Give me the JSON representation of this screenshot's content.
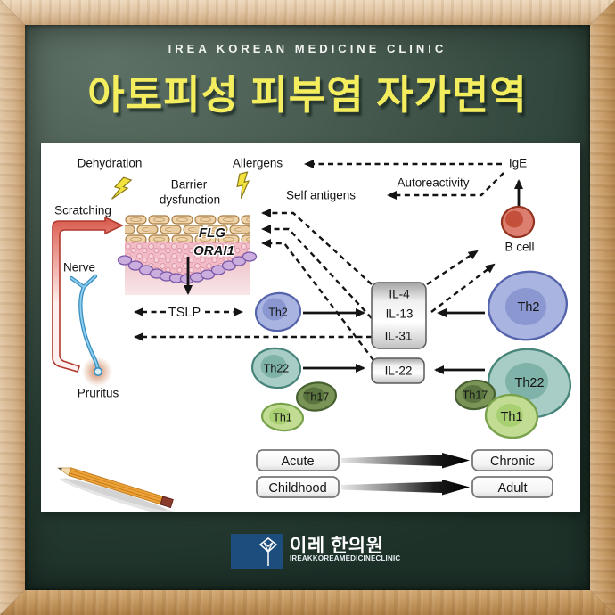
{
  "header": {
    "clinic_name": "IREA KOREAN MEDICINE CLINIC",
    "title": "아토피성 피부염 자가면역"
  },
  "diagram": {
    "labels": {
      "dehydration": "Dehydration",
      "barrier_line1": "Barrier",
      "barrier_line2": "dysfunction",
      "allergens": "Allergens",
      "self_antigens": "Self antigens",
      "autoreactivity": "Autoreactivity",
      "ige": "IgE",
      "scratching": "Scratching",
      "nerve": "Nerve",
      "pruritus": "Pruritus",
      "tslp": "TSLP",
      "flg": "FLG",
      "orai1": "ORAI1",
      "b_cell": "B cell"
    },
    "cytokines": {
      "il4": "IL-4",
      "il13": "IL-13",
      "il31": "IL-31",
      "il22": "IL-22"
    },
    "cells": {
      "th2_left": "Th2",
      "th22_left": "Th22",
      "th17_left": "Th17",
      "th1_left": "Th1",
      "th2_right": "Th2",
      "th22_right": "Th22",
      "th17_right": "Th17",
      "th1_right": "Th1"
    },
    "progression": {
      "acute": "Acute",
      "chronic": "Chronic",
      "childhood": "Childhood",
      "adult": "Adult"
    }
  },
  "footer": {
    "logo_name_korean": "이레 한의원",
    "logo_subtitle": "IREAKKOREAMEDICINECLINIC"
  },
  "colors": {
    "board_green": "#2c4238",
    "frame_wood": "#d2b088",
    "title_yellow": "#f4ee5f",
    "logo_blue": "#1d4d7c",
    "th2_blue": "#a9b4e0",
    "th22_teal": "#a8cdc6",
    "th17_olive": "#7a9457",
    "th1_green": "#c2dd93",
    "b_cell_red": "#dc7f70",
    "scratch_arrow_red": "#b03a2e",
    "lightning_yellow": "#f2e23d"
  }
}
